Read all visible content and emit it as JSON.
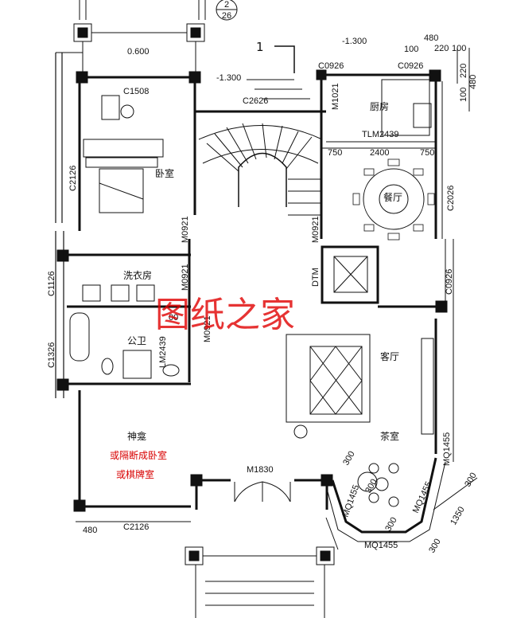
{
  "section_marker": {
    "top": "2",
    "bottom": "26"
  },
  "section_cut": "1",
  "levels": {
    "entry": "0.600",
    "stair": "-1.300",
    "kitchen": "-1.300"
  },
  "top_right_dims": [
    "100",
    "480",
    "220",
    "100",
    "100",
    "480",
    "220"
  ],
  "dims": {
    "w2400": "2400",
    "w750a": "750",
    "w750b": "750",
    "w480": "480",
    "w300a": "300",
    "w300b": "300",
    "w300c": "300",
    "w300d": "300",
    "w1350": "1350",
    "w300e": "300"
  },
  "windows": {
    "c1508": "C1508",
    "c2626": "C2626",
    "c0926a": "C0926",
    "c0926b": "C0926",
    "m1021": "M1021",
    "c2126a": "C2126",
    "c2026": "C2026",
    "c1126": "C1126",
    "c1326": "C1326",
    "c0926c": "C0926",
    "c2126b": "C2126",
    "m0921a": "M0921",
    "m0921b": "M0921",
    "m0921c": "M0921",
    "m0921d": "M0921",
    "dtm": "DTM",
    "m1830": "M1830",
    "mq1455a": "MQ1455",
    "mq1455b": "MQ1455",
    "mq1455c": "MQ1455",
    "mq1455d": "MQ1455",
    "tlm2439": "TLM2439",
    "lm2439": "LM2439",
    "s00": "00"
  },
  "rooms": {
    "kitchen": "厨房",
    "dining": "餐厅",
    "bedroom": "卧室",
    "laundry": "洗衣房",
    "bathroom": "公卫",
    "living": "客厅",
    "tea": "茶室",
    "shrine": "神龛",
    "note1": "或隔断成卧室",
    "note2": "或棋牌室"
  },
  "watermark": "图纸之家",
  "colors": {
    "wall": "#111111",
    "note": "#d80000",
    "watermark": "#e00000"
  }
}
